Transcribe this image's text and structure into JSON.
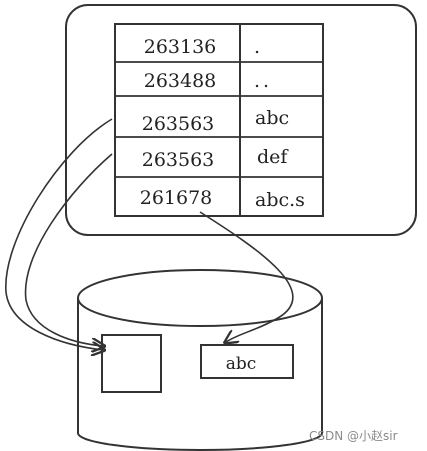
{
  "directory_table": {
    "rows": [
      {
        "inode": "263136",
        "name": "."
      },
      {
        "inode": "263488",
        "name": ".."
      },
      {
        "inode": "263563",
        "name": "abc"
      },
      {
        "inode": "263563",
        "name": "def"
      },
      {
        "inode": "261678",
        "name": "abc.s"
      }
    ]
  },
  "disk": {
    "data_block_label": "abc"
  },
  "watermark": "CSDN @小赵sir"
}
